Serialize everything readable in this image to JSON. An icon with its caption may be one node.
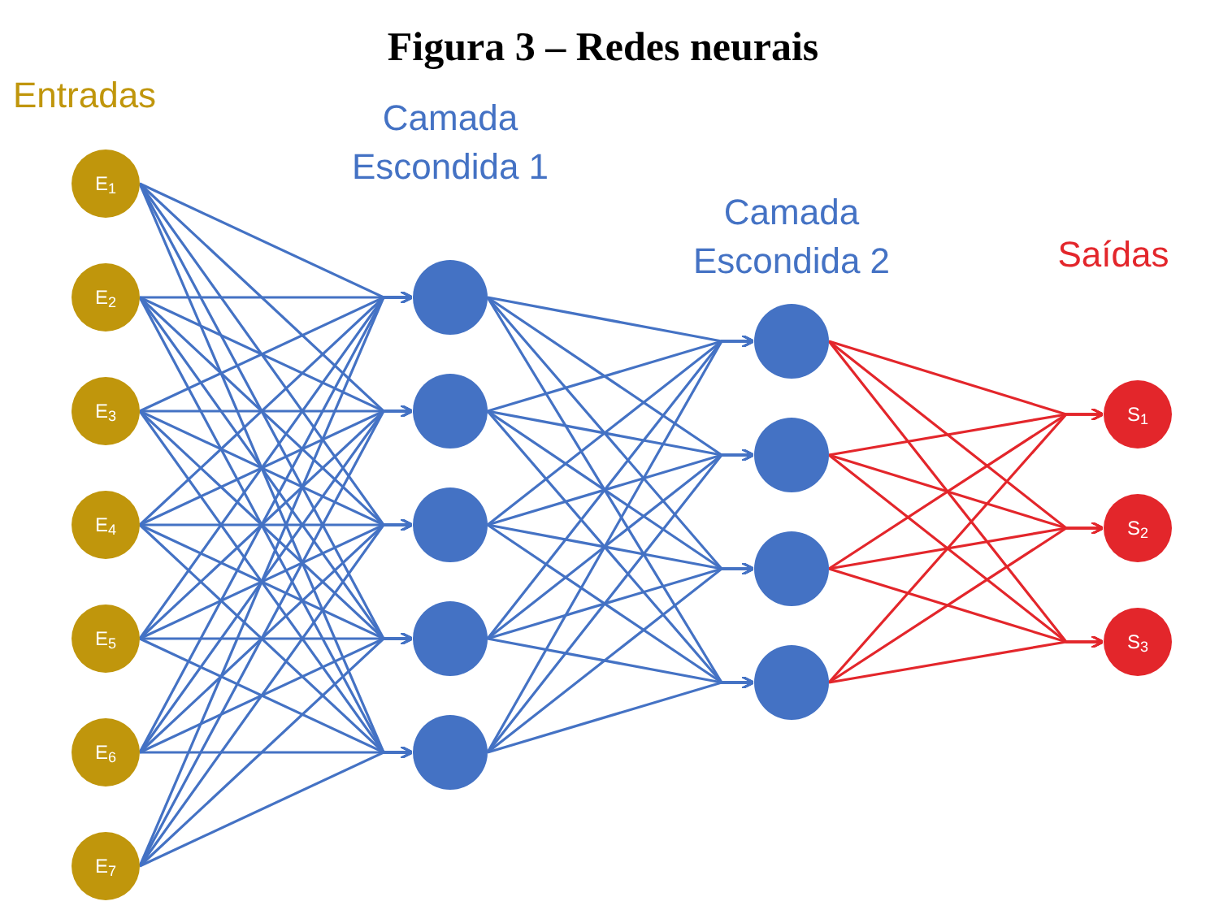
{
  "diagram": {
    "title": "Figura 3 – Redes neurais",
    "nodes": [
      {
        "text": [
          "E$_{1}$"
        ]
      },
      {
        "text": [
          "E$_{2}$"
        ]
      },
      {
        "text": [
          "E$_{3}$"
        ]
      },
      {
        "text": [
          "E$_{4}$"
        ]
      },
      {
        "text": [
          "E$_{5}$"
        ]
      },
      {
        "text": [
          "E$_{6}$"
        ]
      },
      {
        "text": [
          "E$_{7}$"
        ]
      },
      {
        "text": [],
        "shape": "circle"
      },
      {
        "text": [],
        "shape": "circle"
      },
      {
        "text": [],
        "shape": "circle"
      },
      {
        "text": [],
        "shape": "circle"
      },
      {
        "text": [],
        "shape": "circle"
      },
      {
        "text": [],
        "shape": "circle"
      },
      {
        "text": [],
        "shape": "circle"
      },
      {
        "text": [],
        "shape": "circle"
      },
      {
        "text": [],
        "shape": "circle"
      },
      {
        "text": [
          "S$_{1}$"
        ]
      },
      {
        "text": [
          "S$_{2}$"
        ]
      },
      {
        "text": [
          "S$_{3}$"
        ]
      }
    ],
    "edges": [
      {
        "from": 0,
        "to": 7,
        "arrow": "to"
      },
      {
        "from": 0,
        "to": 8,
        "arrow": "to"
      },
      {
        "from": 0,
        "to": 9,
        "arrow": "to"
      },
      {
        "from": 0,
        "to": 10,
        "arrow": "to"
      },
      {
        "from": 0,
        "to": 11,
        "arrow": "to"
      },
      {
        "from": 1,
        "to": 7,
        "arrow": "to"
      },
      {
        "from": 1,
        "to": 8,
        "arrow": "to"
      },
      {
        "from": 1,
        "to": 9,
        "arrow": "to"
      },
      {
        "from": 1,
        "to": 10,
        "arrow": "to"
      },
      {
        "from": 1,
        "to": 11,
        "arrow": "to"
      },
      {
        "from": 2,
        "to": 7,
        "arrow": "to"
      },
      {
        "from": 2,
        "to": 8,
        "arrow": "to"
      },
      {
        "from": 2,
        "to": 9,
        "arrow": "to"
      },
      {
        "from": 2,
        "to": 10,
        "arrow": "to"
      },
      {
        "from": 2,
        "to": 11,
        "arrow": "to"
      },
      {
        "from": 3,
        "to": 7,
        "arrow": "to"
      },
      {
        "from": 3,
        "to": 8,
        "arrow": "to"
      },
      {
        "from": 3,
        "to": 9,
        "arrow": "to"
      },
      {
        "from": 3,
        "to": 10,
        "arrow": "to"
      },
      {
        "from": 3,
        "to": 11,
        "arrow": "to"
      },
      {
        "from": 4,
        "to": 7,
        "arrow": "to"
      },
      {
        "from": 4,
        "to": 8,
        "arrow": "to"
      },
      {
        "from": 4,
        "to": 9,
        "arrow": "to"
      },
      {
        "from": 4,
        "to": 10,
        "arrow": "to"
      },
      {
        "from": 4,
        "to": 11,
        "arrow": "to"
      },
      {
        "from": 5,
        "to": 7,
        "arrow": "to"
      },
      {
        "from": 5,
        "to": 8,
        "arrow": "to"
      },
      {
        "from": 5,
        "to": 9,
        "arrow": "to"
      },
      {
        "from": 5,
        "to": 10,
        "arrow": "to"
      },
      {
        "from": 5,
        "to": 11,
        "arrow": "to"
      },
      {
        "from": 6,
        "to": 7,
        "arrow": "to"
      },
      {
        "from": 6,
        "to": 8,
        "arrow": "to"
      },
      {
        "from": 6,
        "to": 9,
        "arrow": "to"
      },
      {
        "from": 6,
        "to": 10,
        "arrow": "to"
      },
      {
        "from": 6,
        "to": 11,
        "arrow": "to"
      },
      {
        "from": 7,
        "to": 12,
        "arrow": "to"
      },
      {
        "from": 7,
        "to": 13,
        "arrow": "to"
      },
      {
        "from": 7,
        "to": 14,
        "arrow": "to"
      },
      {
        "from": 7,
        "to": 15,
        "arrow": "to"
      },
      {
        "from": 8,
        "to": 12,
        "arrow": "to"
      },
      {
        "from": 8,
        "to": 13,
        "arrow": "to"
      },
      {
        "from": 8,
        "to": 14,
        "arrow": "to"
      },
      {
        "from": 8,
        "to": 15,
        "arrow": "to"
      },
      {
        "from": 9,
        "to": 12,
        "arrow": "to"
      },
      {
        "from": 9,
        "to": 13,
        "arrow": "to"
      },
      {
        "from": 9,
        "to": 14,
        "arrow": "to"
      },
      {
        "from": 9,
        "to": 15,
        "arrow": "to"
      },
      {
        "from": 10,
        "to": 12,
        "arrow": "to"
      },
      {
        "from": 10,
        "to": 13,
        "arrow": "to"
      },
      {
        "from": 10,
        "to": 14,
        "arrow": "to"
      },
      {
        "from": 10,
        "to": 15,
        "arrow": "to"
      },
      {
        "from": 11,
        "to": 12,
        "arrow": "to"
      },
      {
        "from": 11,
        "to": 13,
        "arrow": "to"
      },
      {
        "from": 11,
        "to": 14,
        "arrow": "to"
      },
      {
        "from": 11,
        "to": 15,
        "arrow": "to"
      },
      {
        "from": 12,
        "to": 16,
        "arrow": "to",
        "color": "#e3262b"
      },
      {
        "from": 12,
        "to": 17,
        "arrow": "to",
        "color": "#e3262b"
      },
      {
        "from": 12,
        "to": 18,
        "arrow": "to",
        "color": "#e3262b"
      },
      {
        "from": 13,
        "to": 16,
        "arrow": "to",
        "color": "#e3262b"
      },
      {
        "from": 13,
        "to": 17,
        "arrow": "to",
        "color": "#e3262b"
      },
      {
        "from": 13,
        "to": 18,
        "arrow": "to",
        "color": "#e3262b"
      },
      {
        "from": 14,
        "to": 16,
        "arrow": "to",
        "color": "#e3262b"
      },
      {
        "from": 14,
        "to": 17,
        "arrow": "to",
        "color": "#e3262b"
      },
      {
        "from": 14,
        "to": 18,
        "arrow": "to",
        "color": "#e3262b"
      },
      {
        "from": 15,
        "to": 16,
        "arrow": "to",
        "color": "#e3262b"
      },
      {
        "from": 15,
        "to": 17,
        "arrow": "to",
        "color": "#e3262b"
      },
      {
        "from": 15,
        "to": 18,
        "arrow": "to",
        "color": "#e3262b"
      }
    ],
    "labels": [
      "Entradas",
      "Camada Escondida 1",
      "Camada Escondida 2",
      "Saídas"
    ]
  }
}
